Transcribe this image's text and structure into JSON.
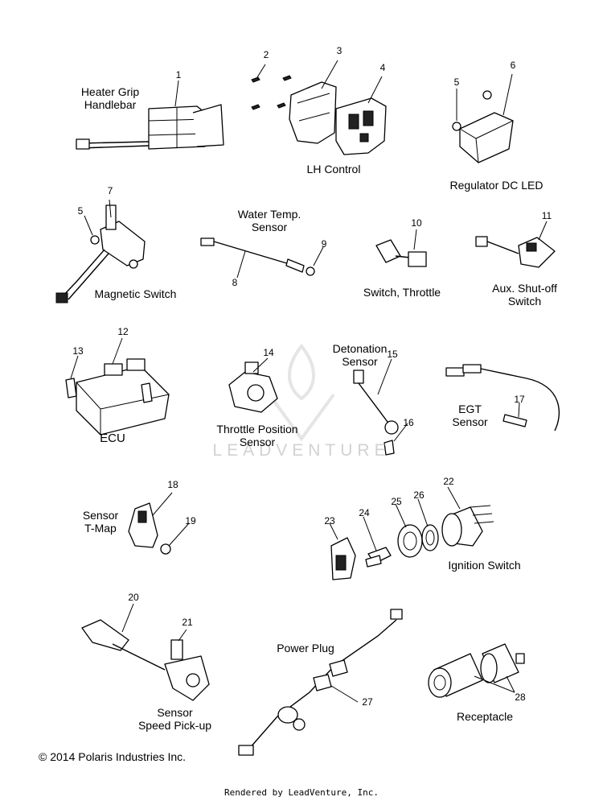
{
  "labels": {
    "heater_grip": "Heater Grip\nHandlebar",
    "lh_control": "LH Control",
    "regulator": "Regulator DC LED",
    "water_temp": "Water Temp.\nSensor",
    "magnetic_switch": "Magnetic Switch",
    "switch_throttle": "Switch, Throttle",
    "aux_shutoff": "Aux. Shut-off\nSwitch",
    "ecu": "ECU",
    "throttle_position": "Throttle Position\nSensor",
    "detonation": "Detonation\nSensor",
    "egt": "EGT\nSensor",
    "tmap": "Sensor\nT-Map",
    "ignition": "Ignition Switch",
    "power_plug": "Power Plug",
    "speed_pickup": "Sensor\nSpeed Pick-up",
    "receptacle": "Receptacle"
  },
  "callouts": [
    "1",
    "2",
    "3",
    "4",
    "5",
    "6",
    "5",
    "7",
    "8",
    "9",
    "10",
    "11",
    "12",
    "13",
    "14",
    "15",
    "16",
    "17",
    "18",
    "19",
    "20",
    "21",
    "22",
    "23",
    "24",
    "25",
    "26",
    "27",
    "28"
  ],
  "watermark": "LEADVENTURE",
  "copyright": "© 2014 Polaris Industries Inc.",
  "footer": "Rendered by LeadVenture, Inc."
}
